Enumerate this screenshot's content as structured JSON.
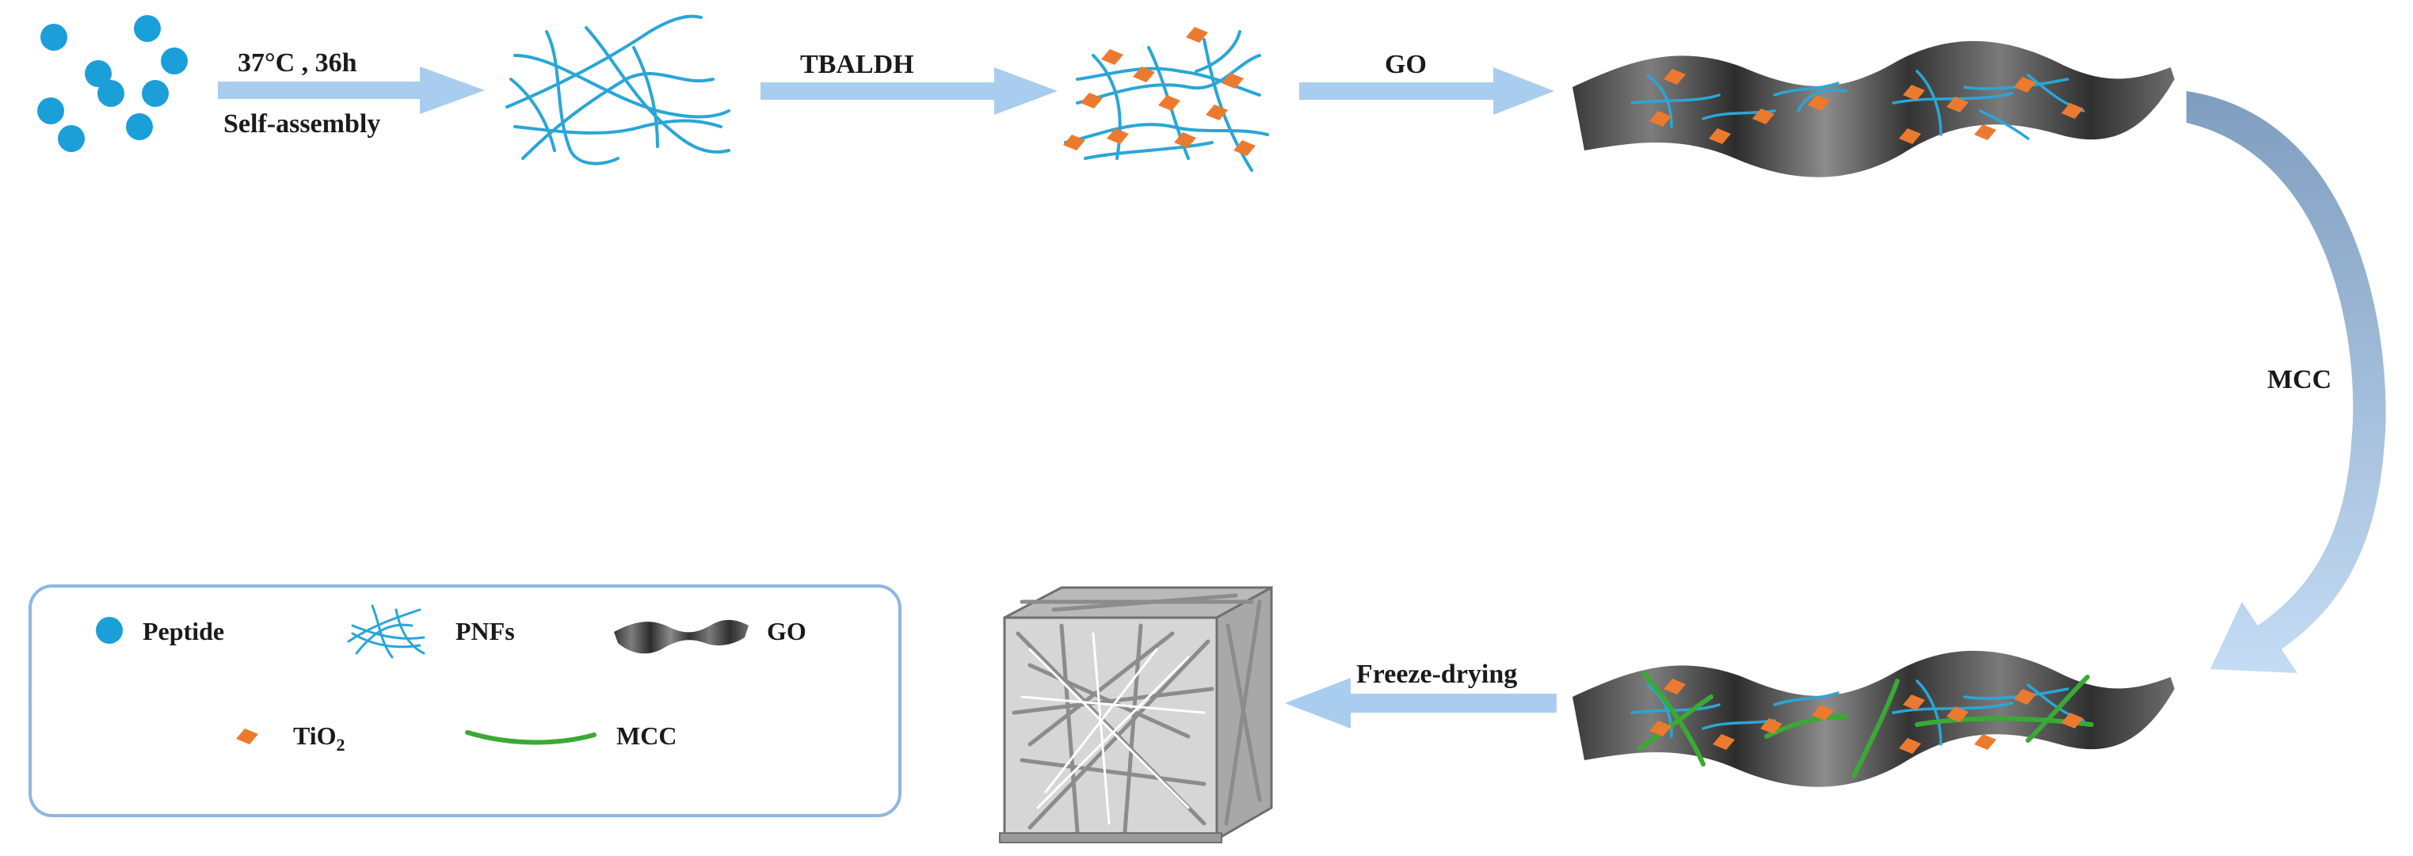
{
  "steps": {
    "step1_line1": "37°C , 36h",
    "step1_line2": "Self-assembly",
    "step2": "TBALDH",
    "step3": "GO",
    "step4": "MCC",
    "step5": "Freeze-drying"
  },
  "legend": {
    "peptide": "Peptide",
    "pnfs": "PNFs",
    "go": "GO",
    "tio2_main": "TiO",
    "tio2_sub": "2",
    "mcc": "MCC"
  },
  "colors": {
    "peptide": "#1a9fd9",
    "fiber": "#2aa6d6",
    "tio2": "#ec7a2e",
    "mcc": "#3aa935",
    "arrow": "#a9cdee",
    "sheet_dark": "#3d3d3d",
    "sheet_light": "#8a8a8a",
    "legend_border": "#8fb6e0"
  }
}
